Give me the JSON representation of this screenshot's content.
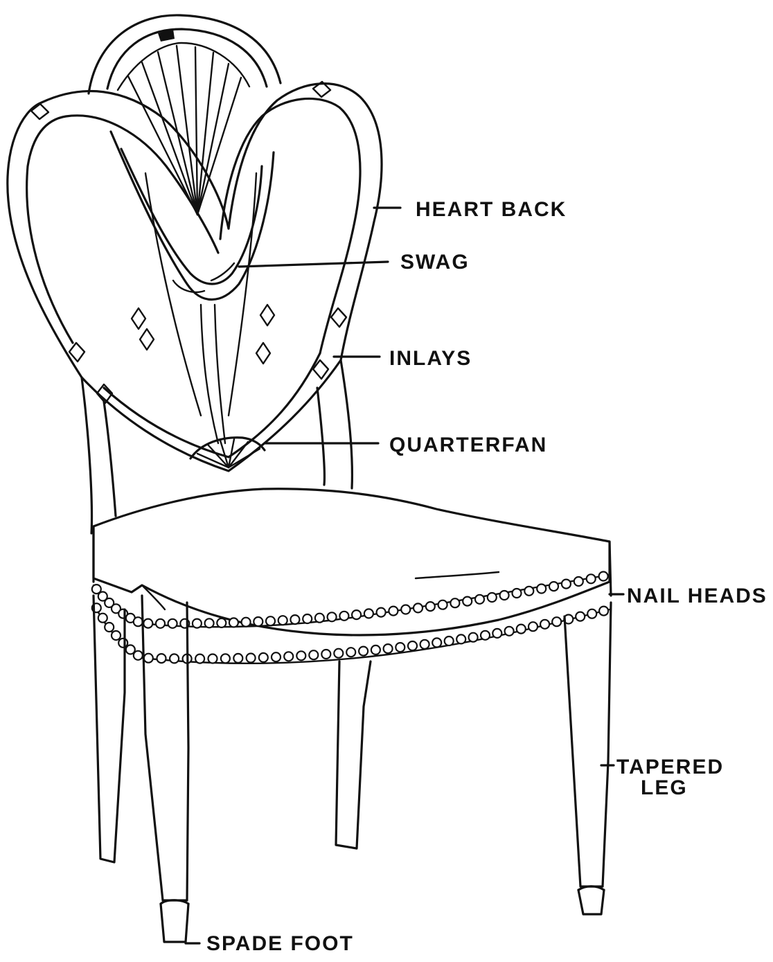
{
  "labels": {
    "heart_back": "HEART BACK",
    "swag": "SWAG",
    "inlays": "INLAYS",
    "quarter_fan": "QUARTERFAN",
    "nail_heads": "NAIL HEADS",
    "tapered_leg_line1": "TAPERED",
    "tapered_leg_line2": "LEG",
    "spade_foot": "SPADE FOOT"
  },
  "colors": {
    "ink": "#111111",
    "paper": "#ffffff"
  }
}
